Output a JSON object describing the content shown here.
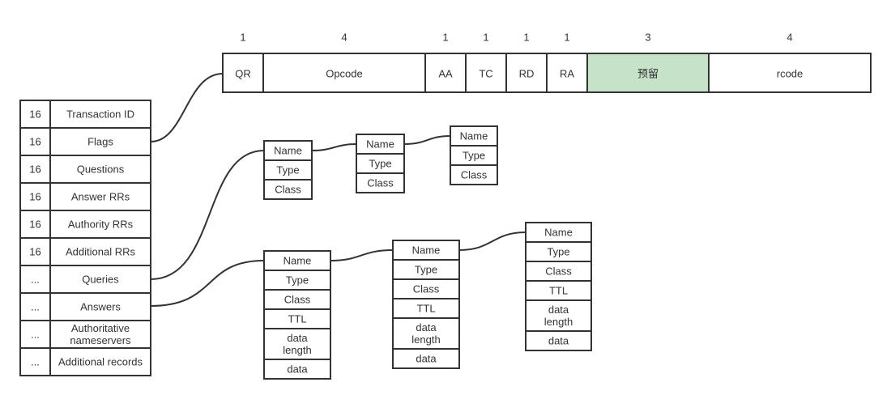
{
  "flags_bits": [
    {
      "bits": "1",
      "label": "QR"
    },
    {
      "bits": "4",
      "label": "Opcode"
    },
    {
      "bits": "1",
      "label": "AA"
    },
    {
      "bits": "1",
      "label": "TC"
    },
    {
      "bits": "1",
      "label": "RD"
    },
    {
      "bits": "1",
      "label": "RA"
    },
    {
      "bits": "3",
      "label": "预留"
    },
    {
      "bits": "4",
      "label": "rcode"
    }
  ],
  "header_fields": [
    {
      "size": "16",
      "name": "Transaction ID"
    },
    {
      "size": "16",
      "name": "Flags"
    },
    {
      "size": "16",
      "name": "Questions"
    },
    {
      "size": "16",
      "name": "Answer RRs"
    },
    {
      "size": "16",
      "name": "Authority RRs"
    },
    {
      "size": "16",
      "name": "Additional RRs"
    },
    {
      "size": "...",
      "name": "Queries"
    },
    {
      "size": "...",
      "name": "Answers"
    },
    {
      "size": "...",
      "name": "Authoritative nameservers"
    },
    {
      "size": "...",
      "name": "Additional records"
    }
  ],
  "query_records": [
    [
      "Name",
      "Type",
      "Class"
    ],
    [
      "Name",
      "Type",
      "Class"
    ],
    [
      "Name",
      "Type",
      "Class"
    ]
  ],
  "answer_records": [
    [
      "Name",
      "Type",
      "Class",
      "TTL",
      "data length",
      "data"
    ],
    [
      "Name",
      "Type",
      "Class",
      "TTL",
      "data length",
      "data"
    ],
    [
      "Name",
      "Type",
      "Class",
      "TTL",
      "data length",
      "data"
    ]
  ],
  "colors": {
    "reserved_fill": "#c6e2c8",
    "stroke": "#333333"
  }
}
